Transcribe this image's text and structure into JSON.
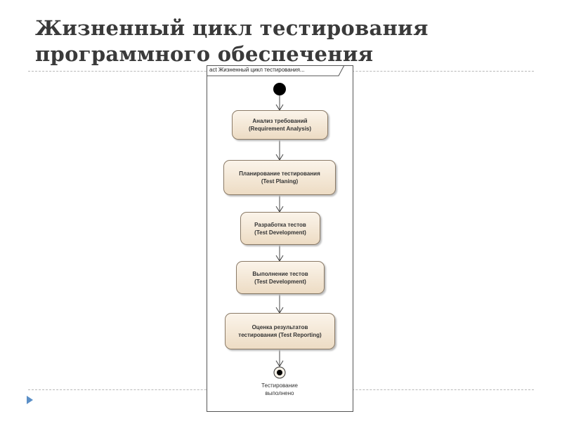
{
  "slide": {
    "title_line1": "Жизненный цикл тестирования",
    "title_line2": "программного обеспечения"
  },
  "diagram": {
    "frame_label": "act Жизненный цикл тестирования...",
    "nodes": [
      {
        "line1": "Анализ требований",
        "line2": "(Requirement Analysis)"
      },
      {
        "line1": "Планирование тестирования",
        "line2": "(Test Planing)"
      },
      {
        "line1": "Разработка тестов",
        "line2": "(Test Development)"
      },
      {
        "line1": "Выполнение тестов",
        "line2": "(Test Development)"
      },
      {
        "line1": "Оценка результатов",
        "line2": "тестирования (Test Reporting)"
      }
    ],
    "final_label_line1": "Тестирование",
    "final_label_line2": "выполнено"
  },
  "colors": {
    "bullet": "#5b8fc7",
    "node_fill": "#f3e6d3"
  }
}
